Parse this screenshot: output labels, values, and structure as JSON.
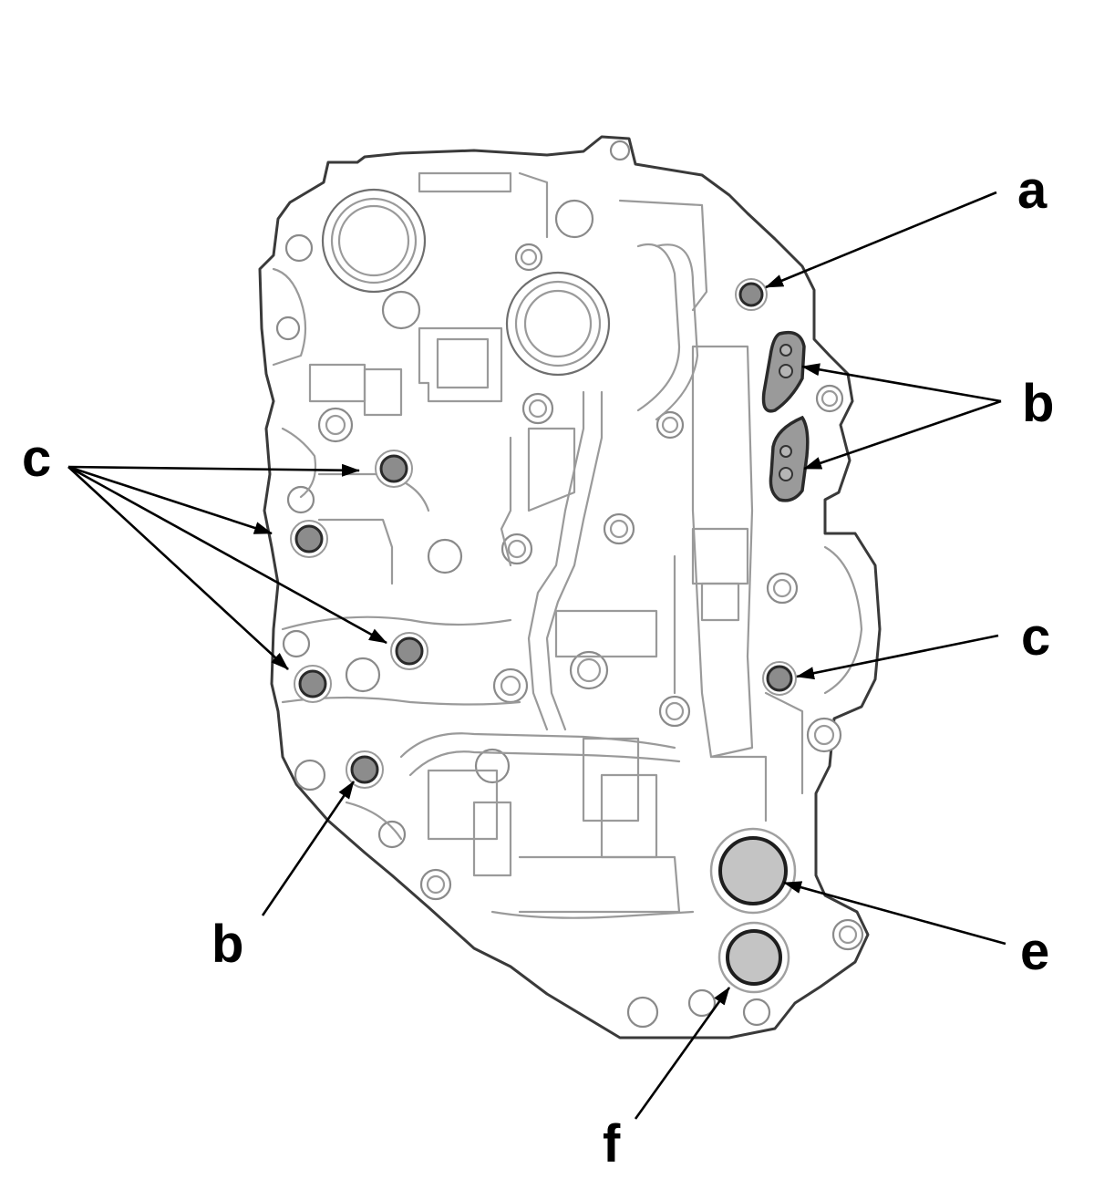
{
  "labels": {
    "a": "a",
    "b_right": "b",
    "c_left": "c",
    "c_right": "c",
    "b_lower": "b",
    "e": "e",
    "f": "f"
  },
  "colors": {
    "outline": "#3a3a3a",
    "detail": "#9a9a9a",
    "plug_fill": "#8c8c8c",
    "large_plug_fill": "#c4c4c4",
    "leader": "#000000"
  }
}
